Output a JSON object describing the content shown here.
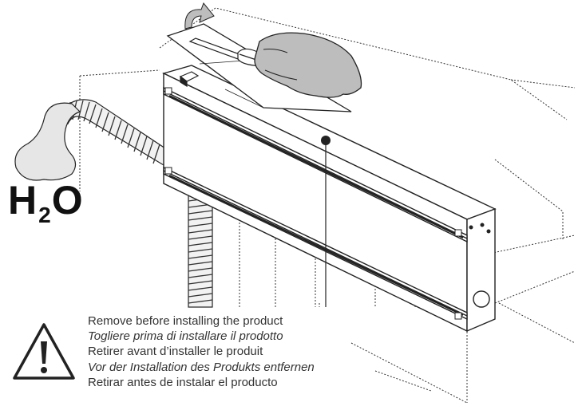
{
  "formula": {
    "element_h": "H",
    "subscript": "2",
    "element_o": "O"
  },
  "warning": {
    "icon": "warning-triangle-icon",
    "lines": [
      {
        "text": "Remove before installing the product",
        "style": "normal"
      },
      {
        "text": "Togliere prima di installare il prodotto",
        "style": "italic"
      },
      {
        "text": "Retirer avant d’installer le produit",
        "style": "normal"
      },
      {
        "text": "Vor der Installation des Produkts entfernen",
        "style": "italic"
      },
      {
        "text": "Retirar antes de instalar el producto",
        "style": "normal"
      }
    ]
  },
  "icons": {
    "rotation_arrow": "rotate-arrow-icon",
    "hand": "hand-icon",
    "screwdriver": "screwdriver-icon",
    "water": "water-splash-icon"
  },
  "colors": {
    "line": "#222222",
    "hand_fill": "#bdbdbd",
    "water_fill": "#e6e6e6",
    "text": "#333333"
  }
}
